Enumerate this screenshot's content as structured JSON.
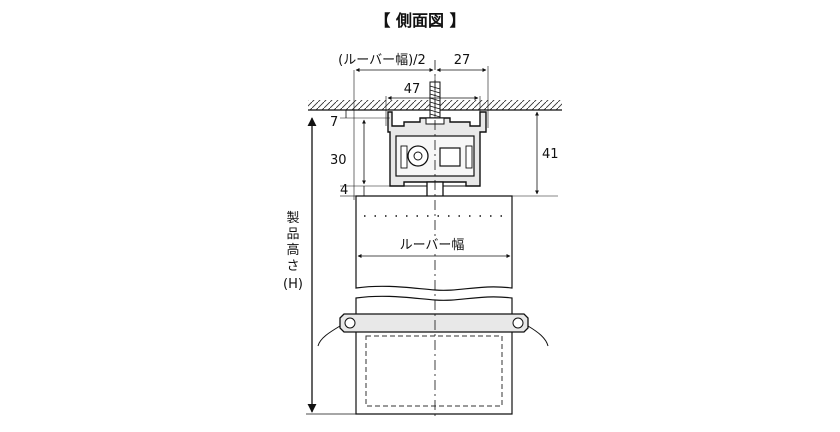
{
  "title": "【 側面図 】",
  "dimensions": {
    "louver_half": "(ルーバー幅)/2",
    "d27": "27",
    "d47": "47",
    "d7": "7",
    "d30": "30",
    "d4": "4",
    "d41": "41",
    "louver_width": "ルーバー幅"
  },
  "height_label": {
    "chars": [
      "製",
      "品",
      "高",
      "さ"
    ],
    "unit": "(H)"
  }
}
